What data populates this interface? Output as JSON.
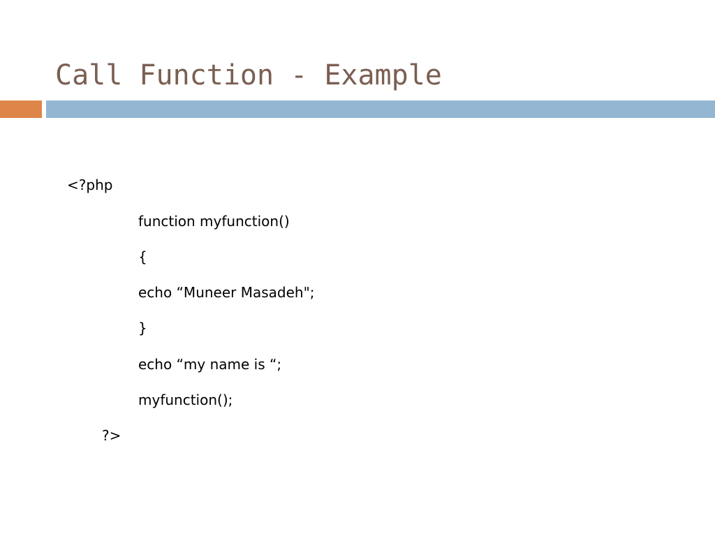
{
  "slide": {
    "title": "Call Function - Example",
    "accent_colors": {
      "title": "#7a5f52",
      "bar_left": "#de8549",
      "bar_right": "#94b6d2"
    },
    "code_lines": [
      "<?php",
      "function myfunction()",
      "{",
      "echo “Muneer Masadeh\";",
      "}",
      "echo “my name is “;",
      "myfunction();",
      "?>"
    ]
  }
}
